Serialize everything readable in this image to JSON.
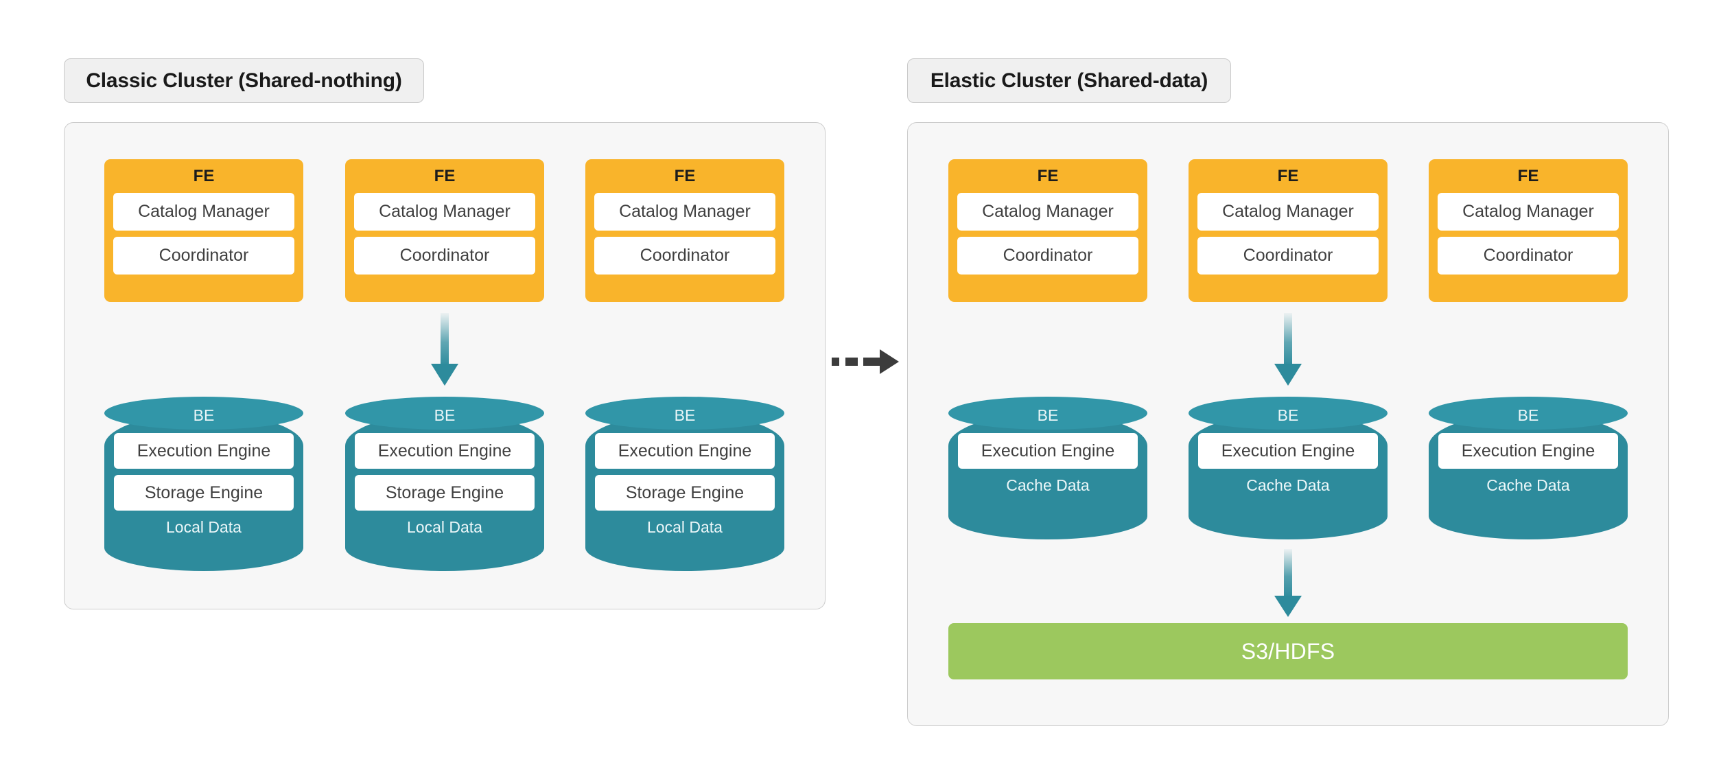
{
  "colors": {
    "fe_orange": "#f9b42b",
    "be_teal": "#2d8b9c",
    "be_teal_cap": "#3196a8",
    "storage_green": "#9cc85e",
    "panel_bg": "#f7f7f7",
    "panel_border": "#cccccc",
    "chip_bg": "#f0f0f0",
    "arrow_dark": "#3c3c3c",
    "text_dark": "#404040",
    "page_bg": "#ffffff"
  },
  "transition": {
    "icon": "dashed-arrow-right-icon"
  },
  "clusters": [
    {
      "id": "classic",
      "title": "Classic Cluster (Shared-nothing)",
      "fe_nodes": [
        {
          "title": "FE",
          "items": [
            "Catalog Manager",
            "Coordinator"
          ]
        },
        {
          "title": "FE",
          "items": [
            "Catalog Manager",
            "Coordinator"
          ]
        },
        {
          "title": "FE",
          "items": [
            "Catalog Manager",
            "Coordinator"
          ]
        }
      ],
      "be_nodes": [
        {
          "title": "BE",
          "items": [
            "Execution Engine",
            "Storage Engine"
          ],
          "footer": "Local Data"
        },
        {
          "title": "BE",
          "items": [
            "Execution Engine",
            "Storage Engine"
          ],
          "footer": "Local Data"
        },
        {
          "title": "BE",
          "items": [
            "Execution Engine",
            "Storage Engine"
          ],
          "footer": "Local Data"
        }
      ],
      "shared_storage": null
    },
    {
      "id": "elastic",
      "title": "Elastic Cluster (Shared-data)",
      "fe_nodes": [
        {
          "title": "FE",
          "items": [
            "Catalog Manager",
            "Coordinator"
          ]
        },
        {
          "title": "FE",
          "items": [
            "Catalog Manager",
            "Coordinator"
          ]
        },
        {
          "title": "FE",
          "items": [
            "Catalog Manager",
            "Coordinator"
          ]
        }
      ],
      "be_nodes": [
        {
          "title": "BE",
          "items": [
            "Execution Engine"
          ],
          "footer": "Cache Data"
        },
        {
          "title": "BE",
          "items": [
            "Execution Engine"
          ],
          "footer": "Cache Data"
        },
        {
          "title": "BE",
          "items": [
            "Execution Engine"
          ],
          "footer": "Cache Data"
        }
      ],
      "shared_storage": "S3/HDFS"
    }
  ]
}
